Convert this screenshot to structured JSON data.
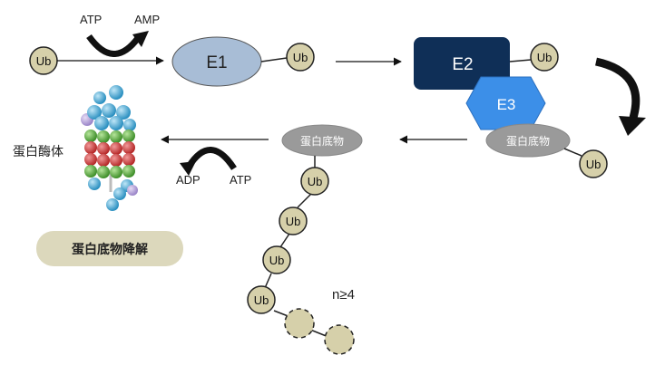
{
  "labels": {
    "atp_top": "ATP",
    "amp": "AMP",
    "adp": "ADP",
    "atp_bottom": "ATP",
    "e1": "E1",
    "e2": "E2",
    "e3": "E3",
    "ub": "Ub",
    "substrate": "蛋白底物",
    "proteasome": "蛋白酶体",
    "degradation": "蛋白底物降解",
    "chain_count": "n≥4"
  },
  "colors": {
    "ub_fill": "#d6d0aa",
    "e1_fill": "#a8bdd6",
    "e2_fill": "#0f2f57",
    "e3_fill": "#3c8fe8",
    "substrate_fill": "#9a9a9a",
    "degradation_fill": "#dcd8bc"
  }
}
